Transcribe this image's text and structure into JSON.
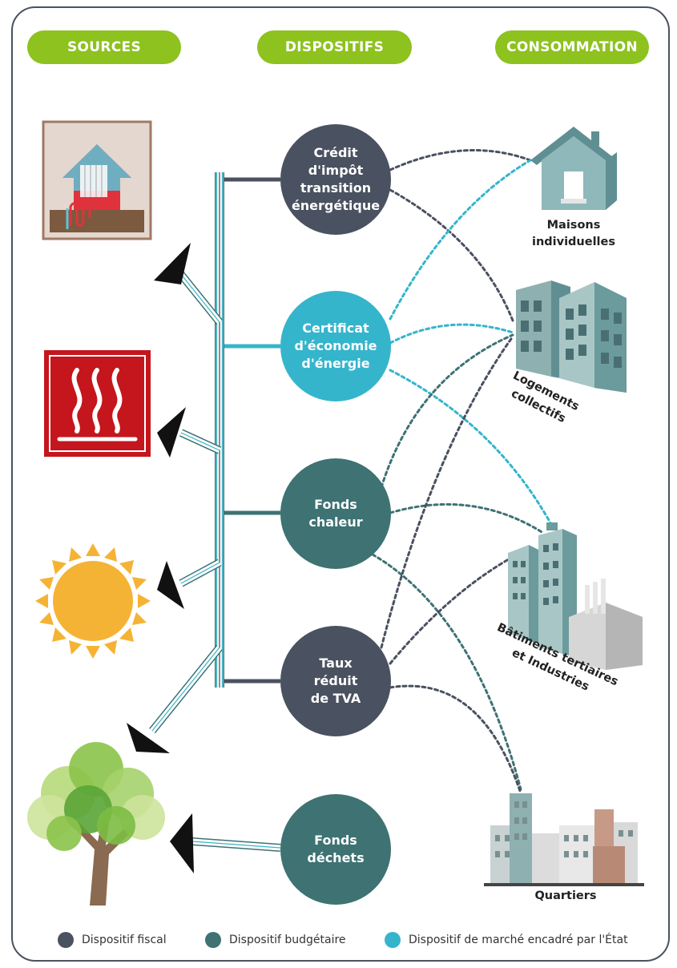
{
  "headers": {
    "sources": "SOURCES",
    "dispositifs": "DISPOSITIFS",
    "consommation": "CONSOMMATION"
  },
  "dispositifs": [
    {
      "id": "credit",
      "label": "Crédit\nd'impôt\ntransition\nénergétique",
      "type": "fiscal"
    },
    {
      "id": "cee",
      "label": "Certificat\nd'économie\nd'énergie",
      "type": "marche"
    },
    {
      "id": "chaleur",
      "label": "Fonds\nchaleur",
      "type": "budgetaire"
    },
    {
      "id": "tva",
      "label": "Taux\nréduit\nde TVA",
      "type": "fiscal"
    },
    {
      "id": "dechets",
      "label": "Fonds\ndéchets",
      "type": "budgetaire"
    }
  ],
  "consommation": {
    "maisons": "Maisons\nindividuelles",
    "logements": "Logements\ncollectifs",
    "batiments": "Bâtiments tertiaires\net Industries",
    "quartiers": "Quartiers"
  },
  "sources": [
    "geothermal-heat-icon",
    "heat-icon",
    "sun-icon",
    "tree-icon"
  ],
  "legend": {
    "fiscal": "Dispositif fiscal",
    "budgetaire": "Dispositif budgétaire",
    "marche": "Dispositif de marché encadré par l'État"
  },
  "colors": {
    "green": "#8dc21f",
    "fiscal": "#4a5160",
    "budgetaire": "#3e7273",
    "marche": "#35b5cc"
  }
}
